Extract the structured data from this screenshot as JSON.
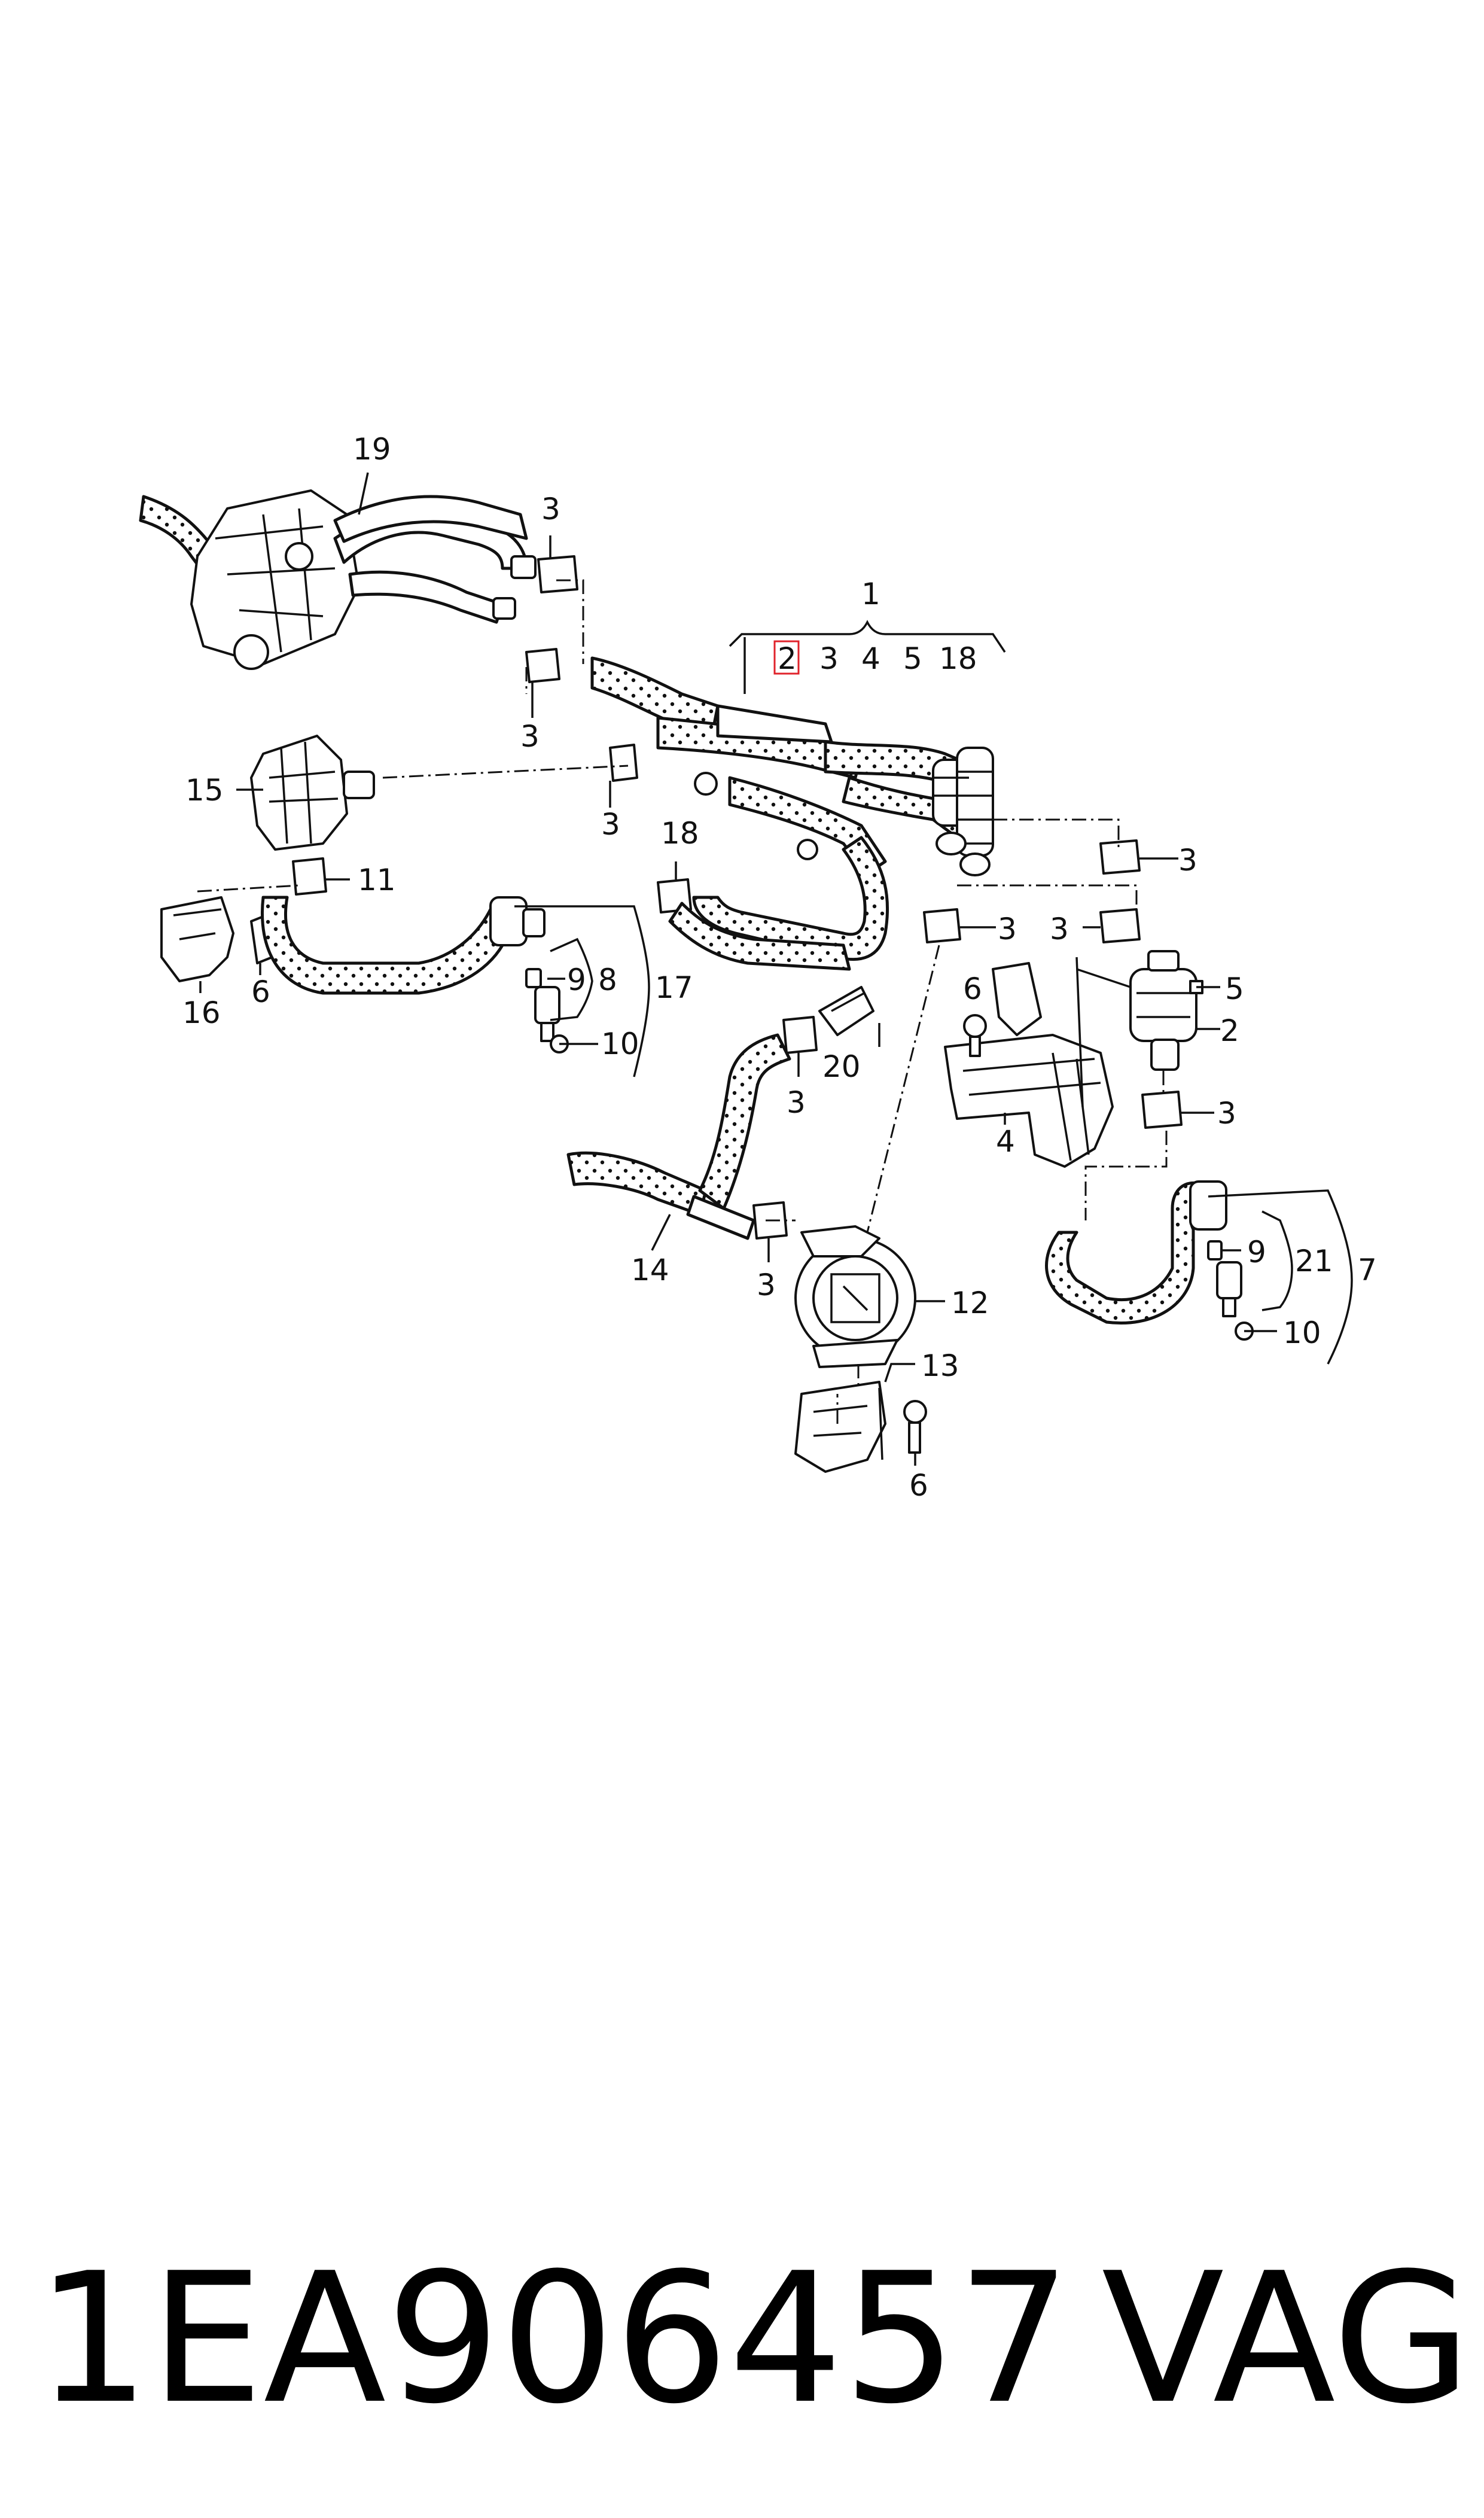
{
  "diagram": {
    "callouts": {
      "c1": "1",
      "c2_boxed": "2",
      "c3_group": "3",
      "c4_group": "4",
      "c5_group": "5",
      "c18_group": "18",
      "c19": "19",
      "c3_a": "3",
      "c3_b": "3",
      "c3_c": "3",
      "c15": "15",
      "c11": "11",
      "c16": "16",
      "c6_a": "6",
      "c9_a": "9",
      "c8": "8",
      "c17": "17",
      "c10_a": "10",
      "c18": "18",
      "c3_d": "3",
      "c3_e": "3",
      "c3_f": "3",
      "c5": "5",
      "c6_b": "6",
      "c2": "2",
      "c4": "4",
      "c3_g": "3",
      "c20": "20",
      "c3_h": "3",
      "c14": "14",
      "c3_i": "3",
      "c12": "12",
      "c13": "13",
      "c6_c": "6",
      "c9_b": "9",
      "c21": "21",
      "c7": "7",
      "c10_b": "10"
    },
    "highlight_color": "#e0232b"
  },
  "footer": {
    "part_number": "1EA906457",
    "brand": "VAG"
  }
}
